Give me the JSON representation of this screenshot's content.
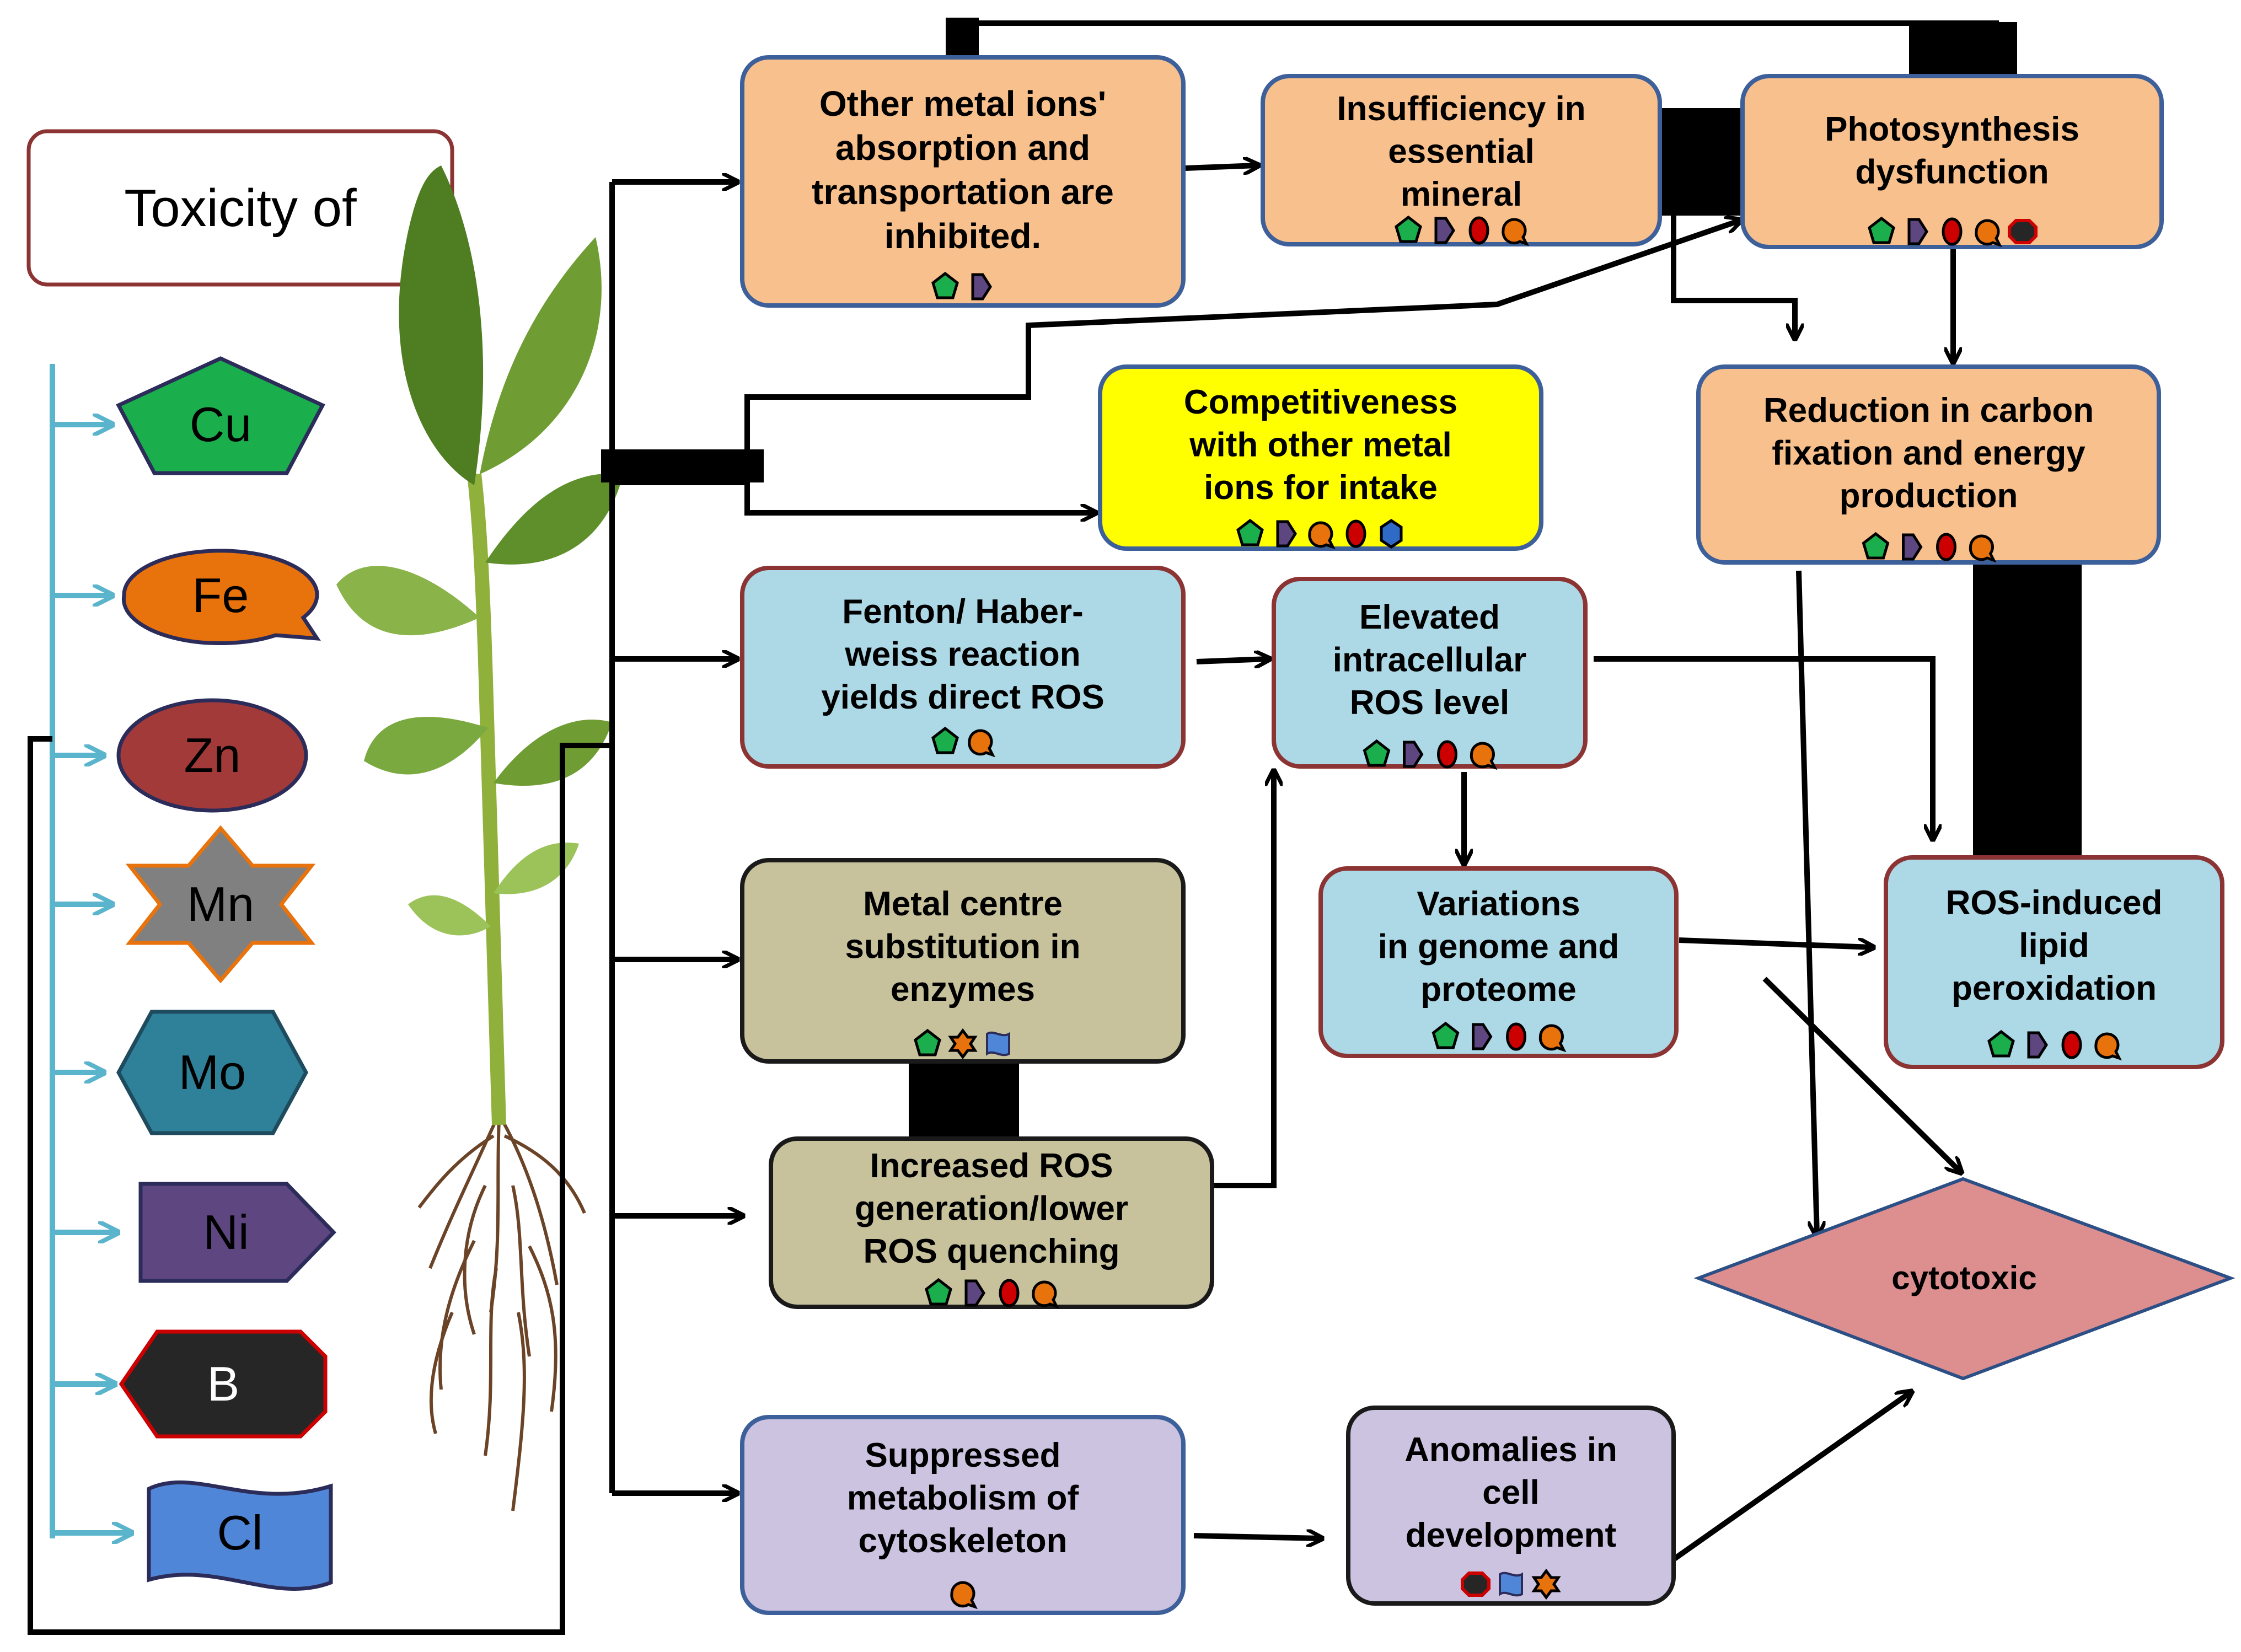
{
  "title_box": {
    "label": "Toxicity of"
  },
  "elements": [
    {
      "symbol": "Cu",
      "shape": "pentagon-icon",
      "fill": "#1aae4d"
    },
    {
      "symbol": "Fe",
      "shape": "callout-ellipse-icon",
      "fill": "#e8720c"
    },
    {
      "symbol": "Zn",
      "shape": "ellipse-icon",
      "fill": "#a33a3a"
    },
    {
      "symbol": "Mn",
      "shape": "six-point-star-icon",
      "fill": "#808080"
    },
    {
      "symbol": "Mo",
      "shape": "hexagon-icon",
      "fill": "#2f8199"
    },
    {
      "symbol": "Ni",
      "shape": "pentagon-arrow-icon",
      "fill": "#5e4680"
    },
    {
      "symbol": "B",
      "shape": "octagon-icon",
      "fill": "#262626"
    },
    {
      "symbol": "Cl",
      "shape": "wave-banner-icon",
      "fill": "#4f86d8"
    }
  ],
  "plant_image": {
    "name": "plant-with-roots-image"
  },
  "boxes": {
    "other_metal_ions": {
      "lines": [
        "Other metal ions'",
        "absorption and",
        "transportation are",
        "inhibited."
      ],
      "fill": "#f8c08c",
      "badges": [
        "Cu",
        "Ni"
      ]
    },
    "insufficiency": {
      "lines": [
        "Insufficiency in",
        "essential",
        "mineral"
      ],
      "fill": "#f8c08c",
      "badges": [
        "Cu",
        "Ni",
        "Zn",
        "Fe"
      ]
    },
    "photosynthesis": {
      "lines": [
        "Photosynthesis",
        "dysfunction"
      ],
      "fill": "#f8c08c",
      "badges": [
        "Cu",
        "Ni",
        "Zn",
        "Fe",
        "B"
      ]
    },
    "competitiveness": {
      "lines": [
        "Competitiveness",
        "with other metal",
        "ions for  intake"
      ],
      "fill": "#ffff00",
      "badges": [
        "Cu",
        "Ni",
        "Fe",
        "Zn",
        "Mo"
      ]
    },
    "reduction_carbon": {
      "lines": [
        "Reduction in carbon",
        "fixation and energy",
        "production"
      ],
      "fill": "#f8c08c",
      "badges": [
        "Cu",
        "Ni",
        "Zn",
        "Fe"
      ]
    },
    "fenton": {
      "lines": [
        "Fenton/ Haber-",
        "weiss reaction",
        "yields direct ROS"
      ],
      "fill": "#add8e6",
      "badges": [
        "Cu",
        "Fe"
      ]
    },
    "elevated_ros": {
      "lines": [
        "Elevated",
        "intracellular",
        "ROS  level"
      ],
      "fill": "#add8e6",
      "badges": [
        "Cu",
        "Ni",
        "Zn",
        "Fe"
      ]
    },
    "metal_centre": {
      "lines": [
        "Metal centre",
        "substitution in",
        "enzymes"
      ],
      "fill": "#c7c29c",
      "badges": [
        "Cu",
        "Mn",
        "Cl"
      ]
    },
    "variations_genome": {
      "lines": [
        "Variations",
        "in genome and",
        "proteome"
      ],
      "fill": "#add8e6",
      "badges": [
        "Cu",
        "Ni",
        "Zn",
        "Fe"
      ]
    },
    "lipid_peroxidation": {
      "lines": [
        "ROS-induced",
        "lipid",
        "peroxidation"
      ],
      "fill": "#add8e6",
      "badges": [
        "Cu",
        "Ni",
        "Zn",
        "Fe"
      ]
    },
    "increased_ros": {
      "lines": [
        "Increased ROS",
        "generation/lower",
        "ROS quenching"
      ],
      "fill": "#c7c29c",
      "badges": [
        "Cu",
        "Ni",
        "Zn",
        "Fe"
      ]
    },
    "cytoskeleton": {
      "lines": [
        "Suppressed",
        "metabolism of",
        "cytoskeleton"
      ],
      "fill": "#cbc3e0",
      "badges": [
        "Fe"
      ]
    },
    "anomalies": {
      "lines": [
        "Anomalies in",
        "cell",
        "development"
      ],
      "fill": "#cbc3e0",
      "badges": [
        "B",
        "Cl",
        "Mn"
      ]
    }
  },
  "outcome": {
    "label": "cytotoxic",
    "fill": "#dd8f8f"
  },
  "colors": {
    "orange_border": "#4f6fa8",
    "blue_border": "#8c3333",
    "connector": "#5ab4cc",
    "arrow": "#000000"
  }
}
